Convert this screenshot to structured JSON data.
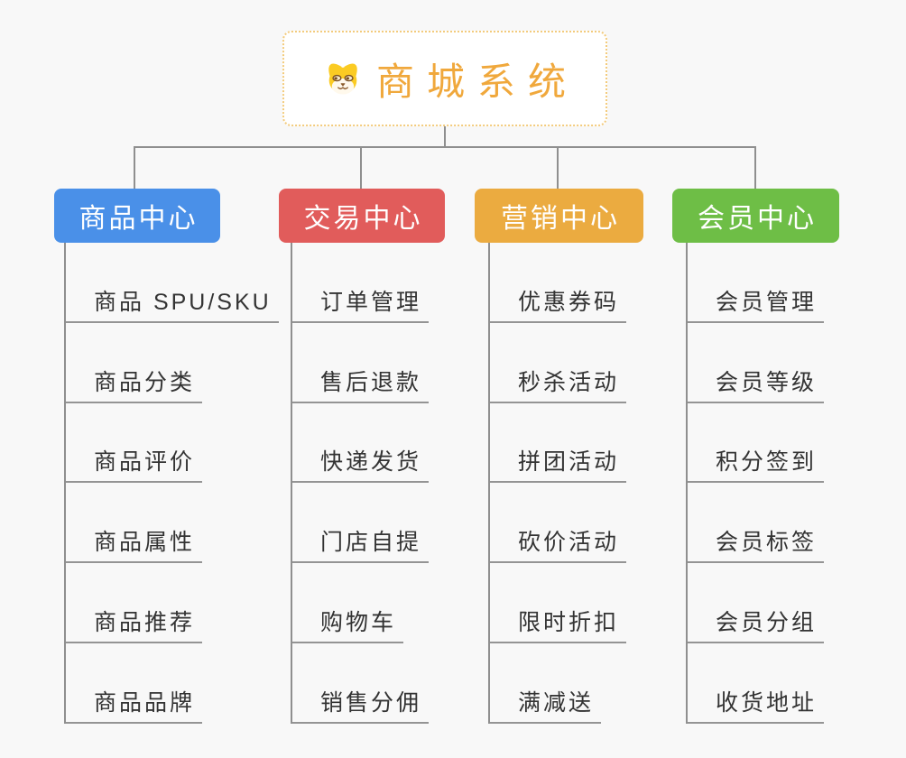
{
  "root": {
    "title": "商城系统",
    "icon": "dog-icon",
    "title_color": "#F0A83C",
    "border_color": "#F3CB7C"
  },
  "colors": {
    "canvas_background": "#F8F8F8",
    "connector": "#8F8F8F",
    "child_text": "#333333"
  },
  "branches": [
    {
      "label": "商品中心",
      "color": "#4A90E8",
      "children": [
        "商品 SPU/SKU",
        "商品分类",
        "商品评价",
        "商品属性",
        "商品推荐",
        "商品品牌"
      ]
    },
    {
      "label": "交易中心",
      "color": "#E15C5B",
      "children": [
        "订单管理",
        "售后退款",
        "快递发货",
        "门店自提",
        "购物车",
        "销售分佣"
      ]
    },
    {
      "label": "营销中心",
      "color": "#EBAB40",
      "children": [
        "优惠券码",
        "秒杀活动",
        "拼团活动",
        "砍价活动",
        "限时折扣",
        "满减送"
      ]
    },
    {
      "label": "会员中心",
      "color": "#6EBE46",
      "children": [
        "会员管理",
        "会员等级",
        "积分签到",
        "会员标签",
        "会员分组",
        "收货地址"
      ]
    }
  ]
}
